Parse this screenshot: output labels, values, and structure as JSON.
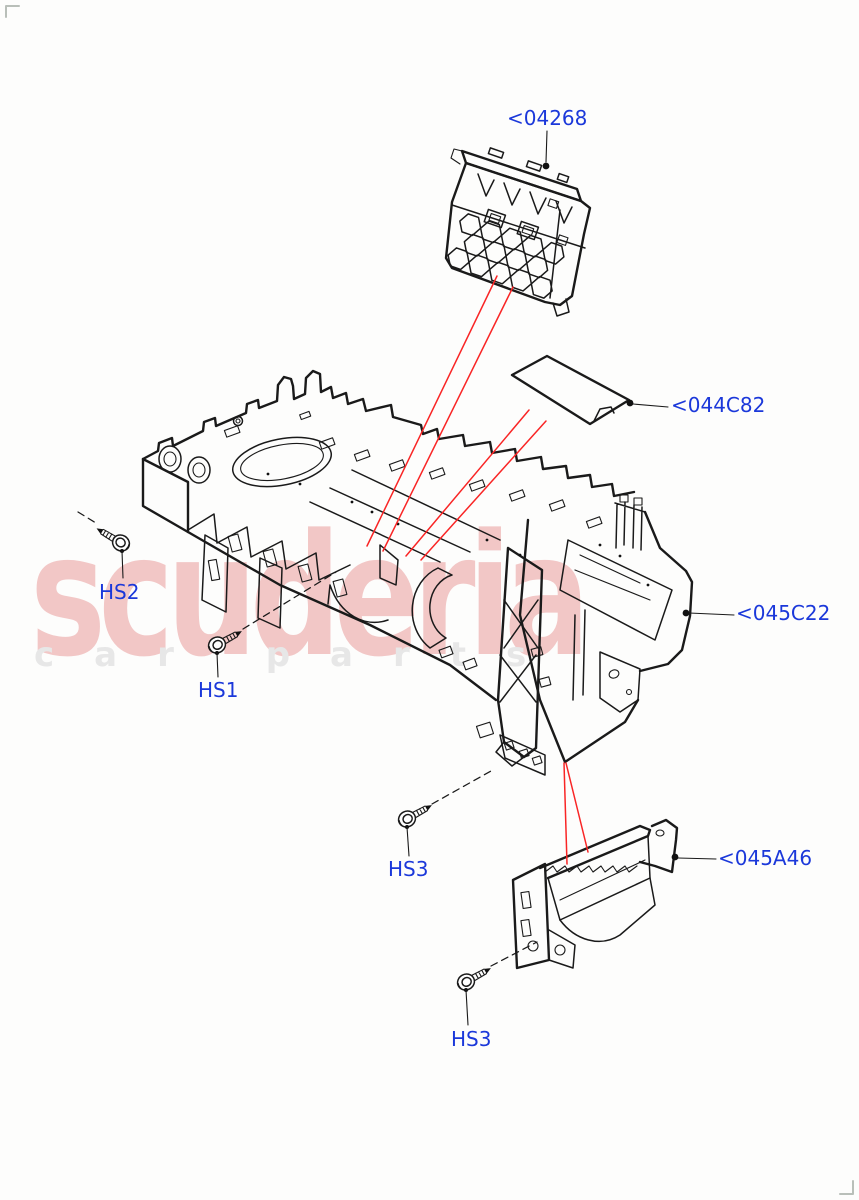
{
  "watermark": {
    "primary": "scuderia",
    "secondary": "car parts"
  },
  "callouts": {
    "vent_grille": "<04268",
    "trim_mat": "<044C82",
    "side_panel": "<045C22",
    "mounting_bracket": "<045A46",
    "hs1": "HS1",
    "hs2": "HS2",
    "hs3_upper": "HS3",
    "hs3_lower": "HS3"
  },
  "colors": {
    "label_blue": "#1b38da",
    "callout_red": "#f92525",
    "line_art": "#1a1a1a",
    "watermark_pink": "#e17676",
    "watermark_gray": "#e7e7e7",
    "checker_gray": "#d9d9d9",
    "corner_mark": "#b9bfb9"
  }
}
